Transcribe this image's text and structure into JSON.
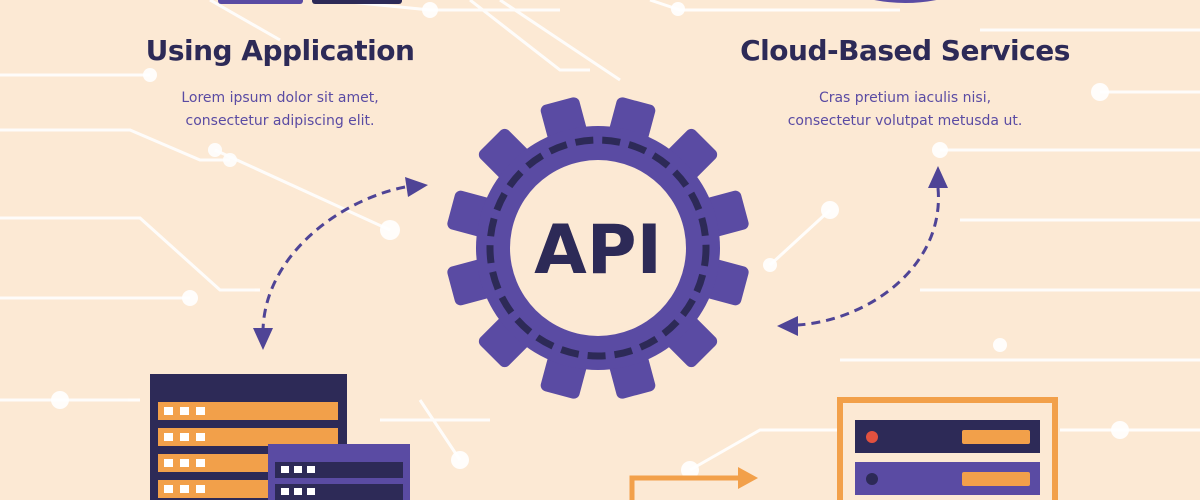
{
  "colors": {
    "background": "#fce9d4",
    "circuit": "#ffffff",
    "navy": "#2d2a57",
    "purple": "#5a4ba3",
    "orange": "#f2a04a",
    "red": "#e2513f",
    "arrow": "#4f4496"
  },
  "hub": {
    "label": "API"
  },
  "nodes": [
    {
      "id": "using-application",
      "title": "Using Application",
      "description_lines": [
        "Lorem ipsum dolor sit amet,",
        "consectetur adipiscing elit."
      ]
    },
    {
      "id": "cloud-based-services",
      "title": "Cloud-Based Services",
      "description_lines": [
        "Cras pretium iaculis nisi,",
        "consectetur volutpat metusda ut."
      ]
    }
  ],
  "icons": [
    "gear-icon",
    "dashed-double-arrow-icon",
    "server-stack-icon",
    "server-rack-icon",
    "circuit-background"
  ]
}
